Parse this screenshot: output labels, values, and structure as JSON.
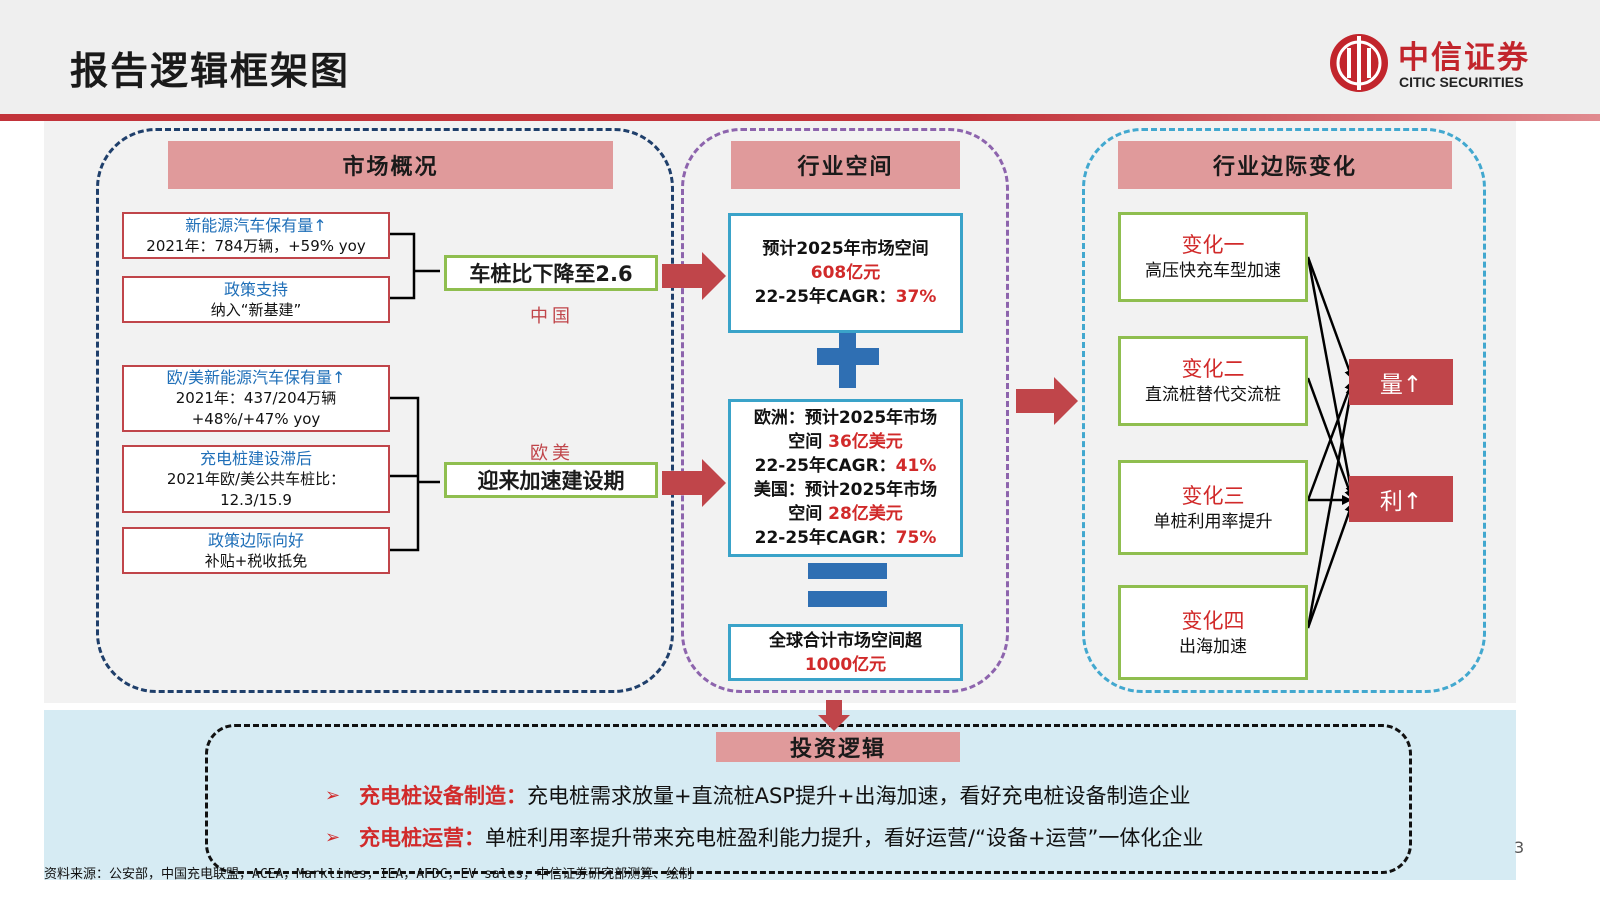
{
  "header": {
    "title": "报告逻辑框架图",
    "logo_cn": "中信证券",
    "logo_en": "CITIC SECURITIES"
  },
  "market": {
    "heading": "市场概况",
    "china_items": [
      {
        "title": "新能源汽车保有量↑",
        "desc": "2021年：784万辆，+59% yoy"
      },
      {
        "title": "政策支持",
        "desc": "纳入“新基建”"
      }
    ],
    "china_conclusion": "车桩比下降至2.6",
    "china_label": "中国",
    "eu_items": [
      {
        "title": "欧/美新能源汽车保有量↑",
        "desc1": "2021年：437/204万辆",
        "desc2": "+48%/+47% yoy"
      },
      {
        "title": "充电桩建设滞后",
        "desc1": "2021年欧/美公共车桩比：",
        "desc2": "12.3/15.9"
      },
      {
        "title": "政策边际向好",
        "desc1": "补贴+税收抵免"
      }
    ],
    "eu_label": "欧美",
    "eu_conclusion": "迎来加速建设期"
  },
  "space": {
    "heading": "行业空间",
    "china": {
      "line1": "预计2025年市场空间",
      "line2": "608亿元",
      "line3_prefix": "22-25年CAGR：",
      "line3_value": "37%"
    },
    "overseas": {
      "eu_line1": "欧洲：预计2025年市场",
      "eu_line2_prefix": "空间 ",
      "eu_line2_value": "36亿美元",
      "eu_line3_prefix": "22-25年CAGR：",
      "eu_line3_value": "41%",
      "us_line1": "美国：预计2025年市场",
      "us_line2_prefix": "空间 ",
      "us_line2_value": "28亿美元",
      "us_line3_prefix": "22-25年CAGR：",
      "us_line3_value": "75%"
    },
    "total": {
      "line1": "全球合计市场空间超",
      "line2": "1000亿元"
    }
  },
  "changes": {
    "heading": "行业边际变化",
    "items": [
      {
        "title": "变化一",
        "desc": "高压快充车型加速"
      },
      {
        "title": "变化二",
        "desc": "直流桩替代交流桩"
      },
      {
        "title": "变化三",
        "desc": "单桩利用率提升"
      },
      {
        "title": "变化四",
        "desc": "出海加速"
      }
    ],
    "results": [
      "量↑",
      "利↑"
    ]
  },
  "investment": {
    "heading": "投资逻辑",
    "bullet": "➢",
    "lines": [
      {
        "key": "充电桩设备制造：",
        "text": "充电桩需求放量+直流桩ASP提升+出海加速，看好充电桩设备制造企业"
      },
      {
        "key": "充电桩运营：",
        "text": "单桩利用率提升带来充电桩盈利能力提升，看好运营/“设备+运营”一体化企业"
      }
    ]
  },
  "footer": {
    "source": "资料来源：公安部，中国充电联盟，ACEA，Marklines，IEA，AFDC，EV sales，中信证券研究部测算、绘制",
    "page": "3"
  },
  "colors": {
    "brand_red": "#c2252c",
    "box_red": "#c0454a",
    "green": "#8fbe4f",
    "cyan": "#3aa3c9",
    "plus_blue": "#2f6fb3"
  }
}
